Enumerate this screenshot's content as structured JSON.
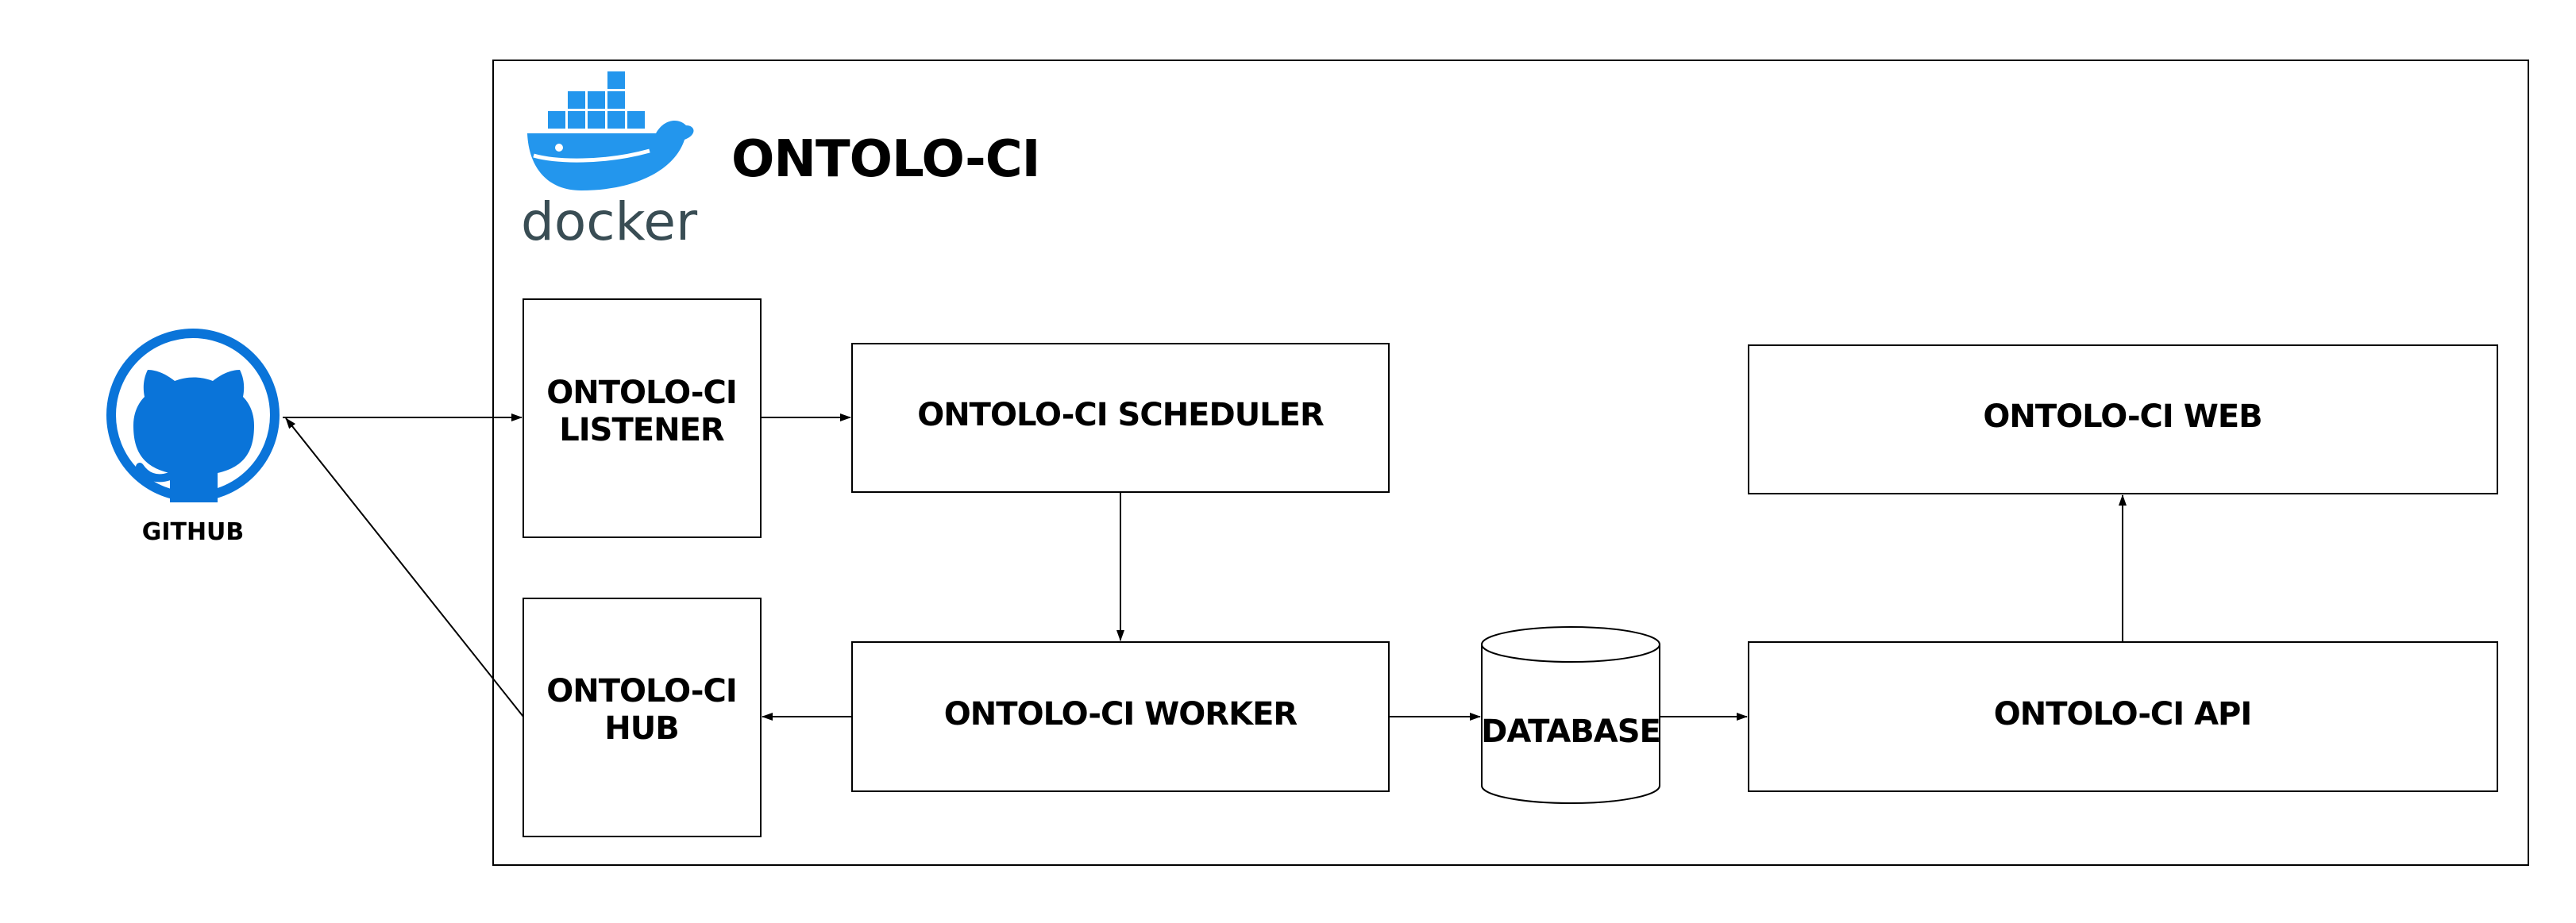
{
  "title": "ONTOLO-CI",
  "docker_logo_text": "docker",
  "github": {
    "label": "GITHUB"
  },
  "components": {
    "listener": [
      "ONTOLO-CI",
      "LISTENER"
    ],
    "hub": [
      "ONTOLO-CI",
      "HUB"
    ],
    "scheduler": "ONTOLO-CI SCHEDULER",
    "worker": "ONTOLO-CI WORKER",
    "database": "DATABASE",
    "api": "ONTOLO-CI API",
    "web": "ONTOLO-CI WEB"
  },
  "colors": {
    "github_blue": "#0a74d9",
    "docker_blue": "#2396ed",
    "docker_text": "#394d54",
    "stroke": "#000000"
  },
  "icons": [
    "github-icon",
    "docker-logo-icon"
  ]
}
